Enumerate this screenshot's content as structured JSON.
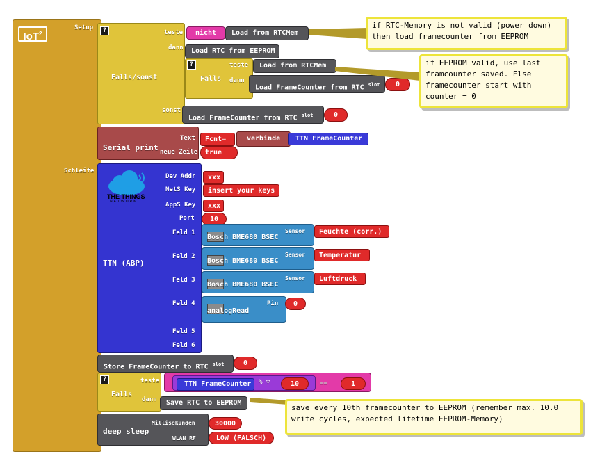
{
  "logo": "IoT",
  "logo_sup": "2",
  "main": {
    "setup_label": "Setup",
    "loop_label": "Schleife"
  },
  "setup": {
    "ifelse_label": "Falls/sonst",
    "teste_label": "teste",
    "dann_label": "dann",
    "sonst_label": "sonst",
    "nicht": "nicht",
    "load_rtcmem": "Load from RTCMem",
    "load_rtc_eeprom": "Load RTC from EEPROM",
    "inner_falls": "Falls",
    "inner_teste": "teste",
    "inner_dann": "dann",
    "inner_load_rtcmem": "Load from RTCMem",
    "load_fc_rtc": "Load FrameCounter from RTC",
    "slot_label": "slot",
    "slot_value_inner": "0",
    "sonst_load_fc_rtc": "Load FrameCounter from RTC",
    "slot_value_sonst": "0"
  },
  "serial": {
    "label": "Serial print",
    "text_label": "Text",
    "newline_label": "neue Zeile",
    "fcnt": "Fcnt=",
    "verbinde": "verbinde",
    "ttn_framecounter": "TTN FrameCounter",
    "newline_value": "true"
  },
  "ttn": {
    "label": "TTN (ABP)",
    "logo_text": "THE THINGS",
    "logo_sub": "NETWORK",
    "dev_addr_label": "Dev Addr",
    "dev_addr": "xxx",
    "nets_key_label": "NetS Key",
    "nets_key": "insert your keys",
    "apps_key_label": "AppS Key",
    "apps_key": "xxx",
    "port_label": "Port",
    "port": "10",
    "feld1_label": "Feld 1",
    "feld2_label": "Feld 2",
    "feld3_label": "Feld 3",
    "feld4_label": "Feld 4",
    "feld5_label": "Feld 5",
    "feld6_label": "Feld 6",
    "bosch": "Bosch BME680 BSEC",
    "sensor_label": "Sensor",
    "sensor1": "Feuchte (corr.)",
    "sensor2": "Temperatur",
    "sensor3": "Luftdruck",
    "analog": "analogRead",
    "pin_label": "Pin",
    "pin_value": "0"
  },
  "store": {
    "label": "Store FrameCounter to RTC",
    "slot_label": "slot",
    "slot_value": "0"
  },
  "if2": {
    "falls": "Falls",
    "teste": "teste",
    "dann": "dann",
    "ttn_framecounter": "TTN FrameCounter",
    "mod_op": "%",
    "mod_value": "10",
    "eq_op": "==",
    "eq_value": "1",
    "save_rtc": "Save RTC to EEPROM"
  },
  "sleep": {
    "label": "deep sleep",
    "ms_label": "Millisekunden",
    "ms_value": "30000",
    "wlan_label": "WLAN RF",
    "wlan_value": "LOW (FALSCH)"
  },
  "notes": {
    "note1": "if RTC-Memory is not valid (power down)\nthen load framecounter from EEPROM",
    "note2": "if EEPROM valid, use last\nframcounter saved. Else\nframecounter start with\ncounter = 0",
    "note3": "save every 10th framecounter to EEPROM (remember max. 10.0\nwrite cycles, expected lifetime EEPROM-Memory)"
  },
  "colors": {
    "main_block": "#d3a02a",
    "if_block": "#e0c43a",
    "serial_block": "#a84a4a",
    "ttn_block": "#3434d0",
    "store_block": "#555559",
    "note_border": "#ede43a"
  }
}
